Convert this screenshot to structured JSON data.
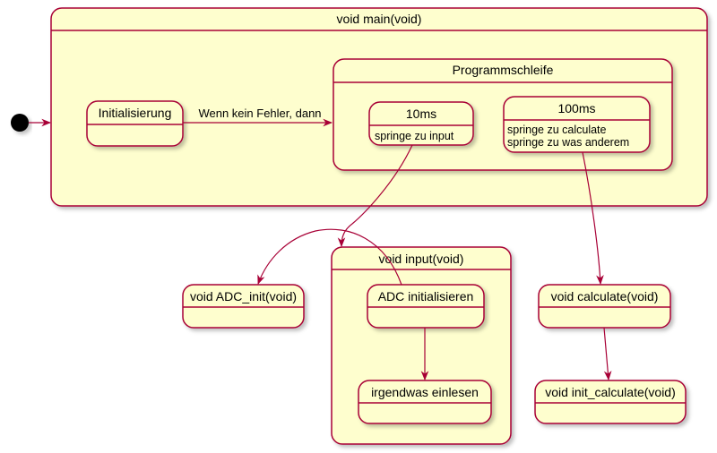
{
  "diagram": {
    "main": {
      "title": "void main(void)"
    },
    "init": {
      "title": "Initialisierung"
    },
    "transition_label": "Wenn kein Fehler, dann",
    "loop": {
      "title": "Programmschleife"
    },
    "s10ms": {
      "title": "10ms",
      "body": [
        "springe zu input"
      ]
    },
    "s100ms": {
      "title": "100ms",
      "body": [
        "springe zu calculate",
        "springe zu was anderem"
      ]
    },
    "adc_init": {
      "title": "void ADC_init(void)"
    },
    "input": {
      "title": "void input(void)"
    },
    "adc_initialisieren": {
      "title": "ADC initialisieren"
    },
    "einlesen": {
      "title": "irgendwas einlesen"
    },
    "calculate": {
      "title": "void calculate(void)"
    },
    "init_calculate": {
      "title": "void init_calculate(void)"
    }
  },
  "colors": {
    "fill": "#FEFECE",
    "stroke": "#A80036",
    "start": "#000000",
    "shadow": "#d8d8d8"
  }
}
